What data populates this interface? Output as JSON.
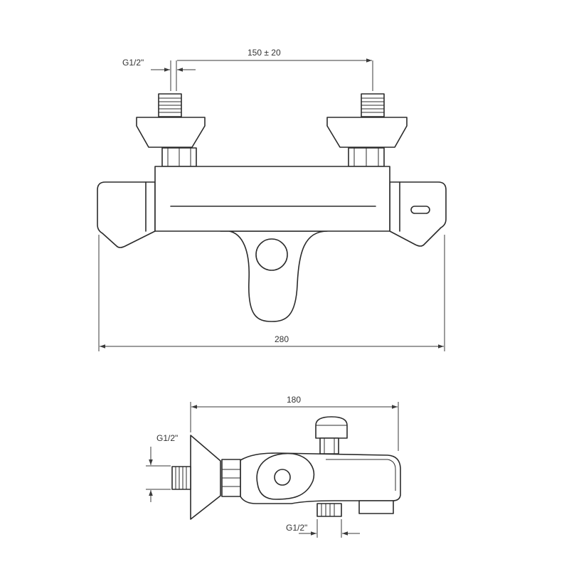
{
  "front_view": {
    "inlet_thread_label": "G1/2\"",
    "center_distance_label": "150 ± 20",
    "overall_width_label": "280"
  },
  "side_view": {
    "depth_label": "180",
    "inlet_thread_label": "G1/2\"",
    "outlet_thread_label": "G1/2\""
  }
}
